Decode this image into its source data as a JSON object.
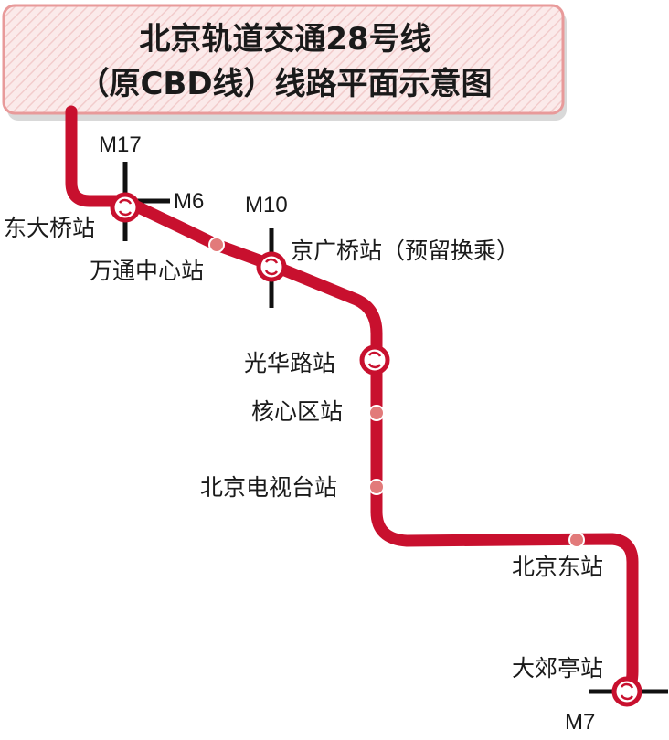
{
  "title": {
    "line1": "北京轨道交通28号线",
    "line2": "（原CBD线）线路平面示意图"
  },
  "colors": {
    "route": "#c8102e",
    "station_fill": "#e27a7a",
    "interchange_ring": "#c8102e",
    "title_fill": "#fbe9e9",
    "title_border": "#e89a9a",
    "crossing_line": "#111111"
  },
  "crossing_lines": {
    "m17": "M17",
    "m6": "M6",
    "m10": "M10",
    "m7": "M7"
  },
  "stations": {
    "dongdaqiao": "东大桥站",
    "wantong": "万通中心站",
    "jingguangqiao": "京广桥站（预留换乘）",
    "guanghualu": "光华路站",
    "hexinqu": "核心区站",
    "beijingdianshitai": "北京电视台站",
    "beijingdong": "北京东站",
    "dajiaoting": "大郊亭站"
  }
}
